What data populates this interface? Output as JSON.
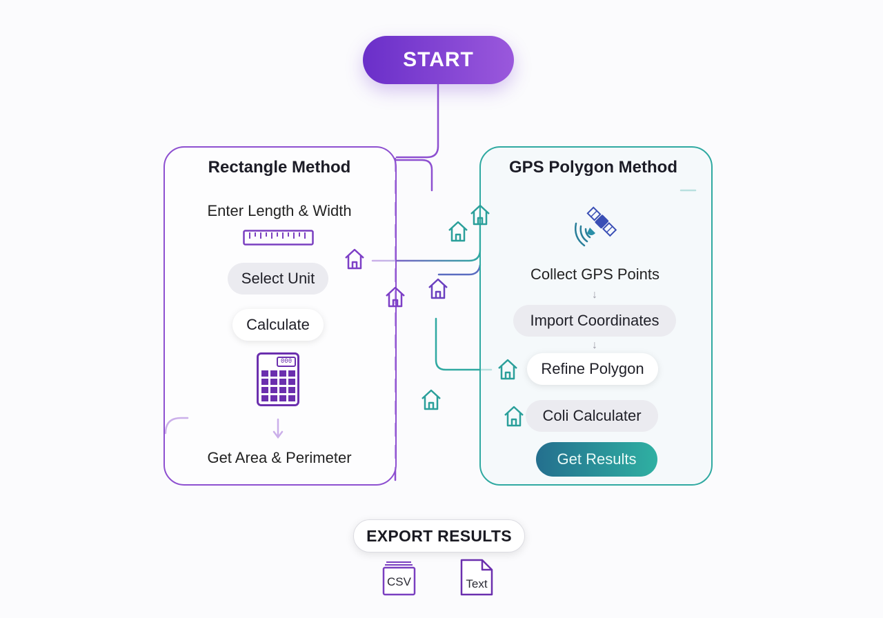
{
  "start": {
    "label": "START"
  },
  "rectangle": {
    "title": "Rectangle Method",
    "step_enter": "Enter Length & Width",
    "step_unit": "Select Unit",
    "step_calculate": "Calculate",
    "calculator_display": "000",
    "step_result": "Get Area & Perimeter"
  },
  "gps": {
    "title": "GPS Polygon Method",
    "step_collect": "Collect GPS Points",
    "step_import": "Import Coordinates",
    "step_refine": "Refine Polygon",
    "step_calc": "Coli Calculater",
    "step_results": "Get Results",
    "arrow_glyph": "↓"
  },
  "export": {
    "label": "EXPORT RESULTS",
    "csv_label": "CSV",
    "text_label": "Text"
  },
  "icons": {
    "ruler": "ruler-icon",
    "calculator": "calculator-icon",
    "satellite": "satellite-icon",
    "house": "house-icon",
    "csv_file": "csv-file-icon",
    "text_file": "text-file-icon"
  },
  "colors": {
    "purple": "#8d4fd0",
    "teal": "#2fa9a1",
    "start_gradient_start": "#6a2fc9",
    "start_gradient_end": "#9a58dc"
  }
}
